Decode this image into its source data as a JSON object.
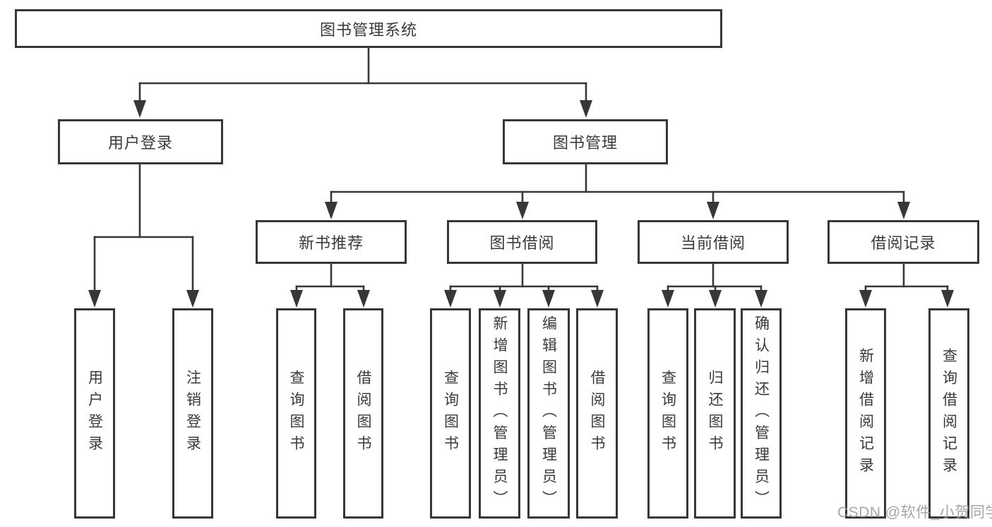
{
  "tree": {
    "root": {
      "label": "图书管理系统"
    },
    "branches": [
      {
        "label": "用户登录",
        "children": [
          {
            "label": "用户登录"
          },
          {
            "label": "注销登录"
          }
        ]
      },
      {
        "label": "图书管理",
        "sections": [
          {
            "label": "新书推荐",
            "children": [
              {
                "label": "查询图书"
              },
              {
                "label": "借阅图书"
              }
            ]
          },
          {
            "label": "图书借阅",
            "children": [
              {
                "label": "查询图书"
              },
              {
                "label": "新增图书（管理员）"
              },
              {
                "label": "编辑图书（管理员）"
              },
              {
                "label": "借阅图书"
              }
            ]
          },
          {
            "label": "当前借阅",
            "children": [
              {
                "label": "查询图书"
              },
              {
                "label": "归还图书"
              },
              {
                "label": "确认归还（管理员）"
              }
            ]
          },
          {
            "label": "借阅记录",
            "children": [
              {
                "label": "新增借阅记录"
              },
              {
                "label": "查询借阅记录"
              }
            ]
          }
        ]
      }
    ]
  },
  "watermark": "CSDN @软件_小贺同学",
  "colors": {
    "line": "#373737",
    "text": "#3a3a3a",
    "watermark": "#9c9c9c",
    "background": "#ffffff"
  }
}
